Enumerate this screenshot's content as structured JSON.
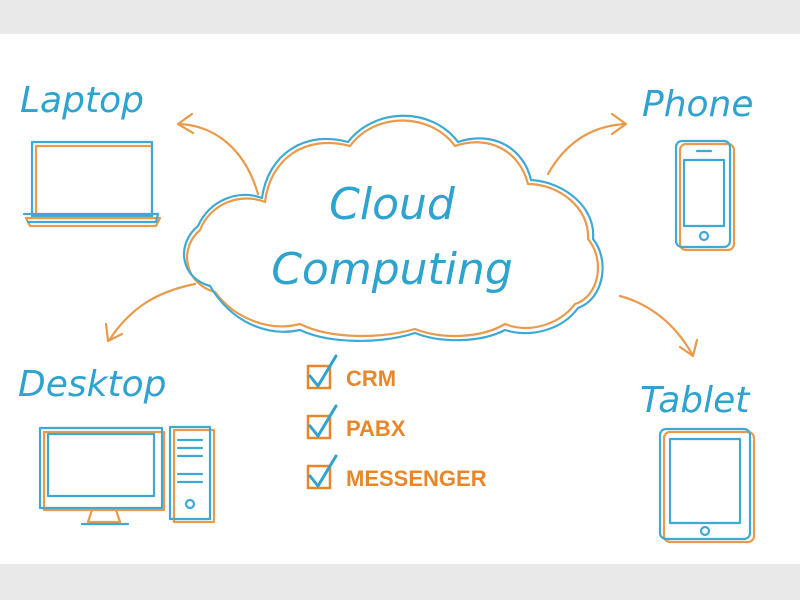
{
  "center": {
    "line1": "Cloud",
    "line2": "Computing"
  },
  "devices": {
    "laptop": "Laptop",
    "phone": "Phone",
    "desktop": "Desktop",
    "tablet": "Tablet"
  },
  "checklist": [
    "CRM",
    "PABX",
    "MESSENGER"
  ],
  "colors": {
    "blue": "#2ea3cf",
    "orange": "#e8872a"
  },
  "icons": {
    "center": "cloud-icon",
    "laptop": "laptop-icon",
    "phone": "phone-icon",
    "desktop": "desktop-icon",
    "tablet": "tablet-icon",
    "check": "checkbox-checked-icon"
  }
}
